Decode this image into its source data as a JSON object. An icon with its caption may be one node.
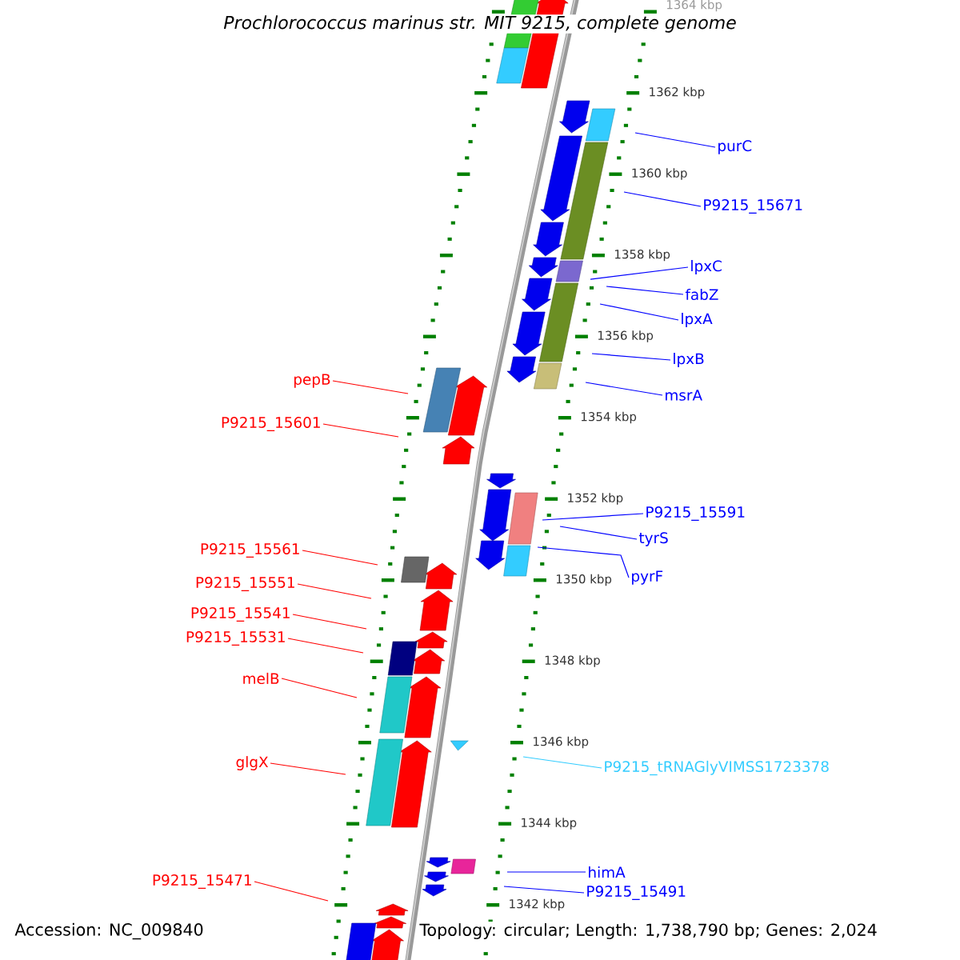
{
  "diagram": {
    "title": "Prochlorococcus marinus str. MIT 9215, complete genome",
    "nodes": [
      {
        "text": [
          "purC"
        ]
      },
      {
        "text": [
          "P9215_15671"
        ]
      },
      {
        "text": [
          "lpxC"
        ]
      },
      {
        "text": [
          "fabZ"
        ]
      },
      {
        "text": [
          "lpxA"
        ]
      },
      {
        "text": [
          "lpxB"
        ]
      },
      {
        "text": [
          "pepB"
        ]
      },
      {
        "text": [
          "msrA"
        ]
      },
      {
        "text": [
          "P9215_15601"
        ]
      },
      {
        "text": [
          "P9215_15591"
        ]
      },
      {
        "text": [
          "tyrS"
        ]
      },
      {
        "text": [
          "P9215_15561"
        ]
      },
      {
        "text": [
          "pyrF"
        ]
      },
      {
        "text": [
          "P9215_15551"
        ]
      },
      {
        "text": [
          "P9215_15541"
        ]
      },
      {
        "text": [
          "P9215_15531"
        ]
      },
      {
        "text": [
          "melB"
        ]
      },
      {
        "text": [
          "glgX"
        ]
      },
      {
        "text": [
          "P9215_tRNAGlyVIMSS1723378"
        ]
      },
      {
        "text": [
          "himA"
        ]
      },
      {
        "text": [
          "P9215_15471"
        ]
      },
      {
        "text": [
          "P9215_15491"
        ]
      }
    ],
    "edges": [
      {
        "from": 0,
        "to": null,
        "arrow": "none"
      },
      {
        "from": 1,
        "to": null,
        "arrow": "none"
      },
      {
        "from": 2,
        "to": null,
        "arrow": "none"
      },
      {
        "from": 3,
        "to": null,
        "arrow": "none"
      },
      {
        "from": 4,
        "to": null,
        "arrow": "none"
      },
      {
        "from": 5,
        "to": null,
        "arrow": "none"
      },
      {
        "from": 6,
        "to": null,
        "arrow": "none",
        "color": "#ff0000"
      },
      {
        "from": 7,
        "to": null,
        "arrow": "none"
      },
      {
        "from": 8,
        "to": null,
        "arrow": "none",
        "color": "#ff0000"
      },
      {
        "from": 9,
        "to": null,
        "arrow": "none"
      },
      {
        "from": 10,
        "to": null,
        "arrow": "none"
      },
      {
        "from": 11,
        "to": null,
        "arrow": "none",
        "color": "#ff0000"
      },
      {
        "from": 12,
        "to": null,
        "arrow": "none"
      },
      {
        "from": 13,
        "to": null,
        "arrow": "none",
        "color": "#ff0000"
      },
      {
        "from": 14,
        "to": null,
        "arrow": "none",
        "color": "#ff0000"
      },
      {
        "from": 15,
        "to": null,
        "arrow": "none",
        "color": "#ff0000"
      },
      {
        "from": 16,
        "to": null,
        "arrow": "none",
        "color": "#ff0000"
      },
      {
        "from": 17,
        "to": null,
        "arrow": "none",
        "color": "#ff0000"
      },
      {
        "from": 18,
        "to": null,
        "arrow": "none",
        "color": "#33ccff"
      },
      {
        "from": 19,
        "to": null,
        "arrow": "none"
      },
      {
        "from": 20,
        "to": null,
        "arrow": "none",
        "color": "#ff0000"
      },
      {
        "from": 21,
        "to": null,
        "arrow": "none"
      }
    ],
    "labels": [
      "1364 kbp",
      "1362 kbp",
      "1360 kbp",
      "1358 kbp",
      "1356 kbp",
      "1354 kbp",
      "1352 kbp",
      "1350 kbp",
      "1348 kbp",
      "1346 kbp",
      "1344 kbp",
      "1342 kbp",
      "Accession: NC_009840",
      "Topology: circular; Length: 1,738,790 bp; Genes: 2,024"
    ]
  }
}
